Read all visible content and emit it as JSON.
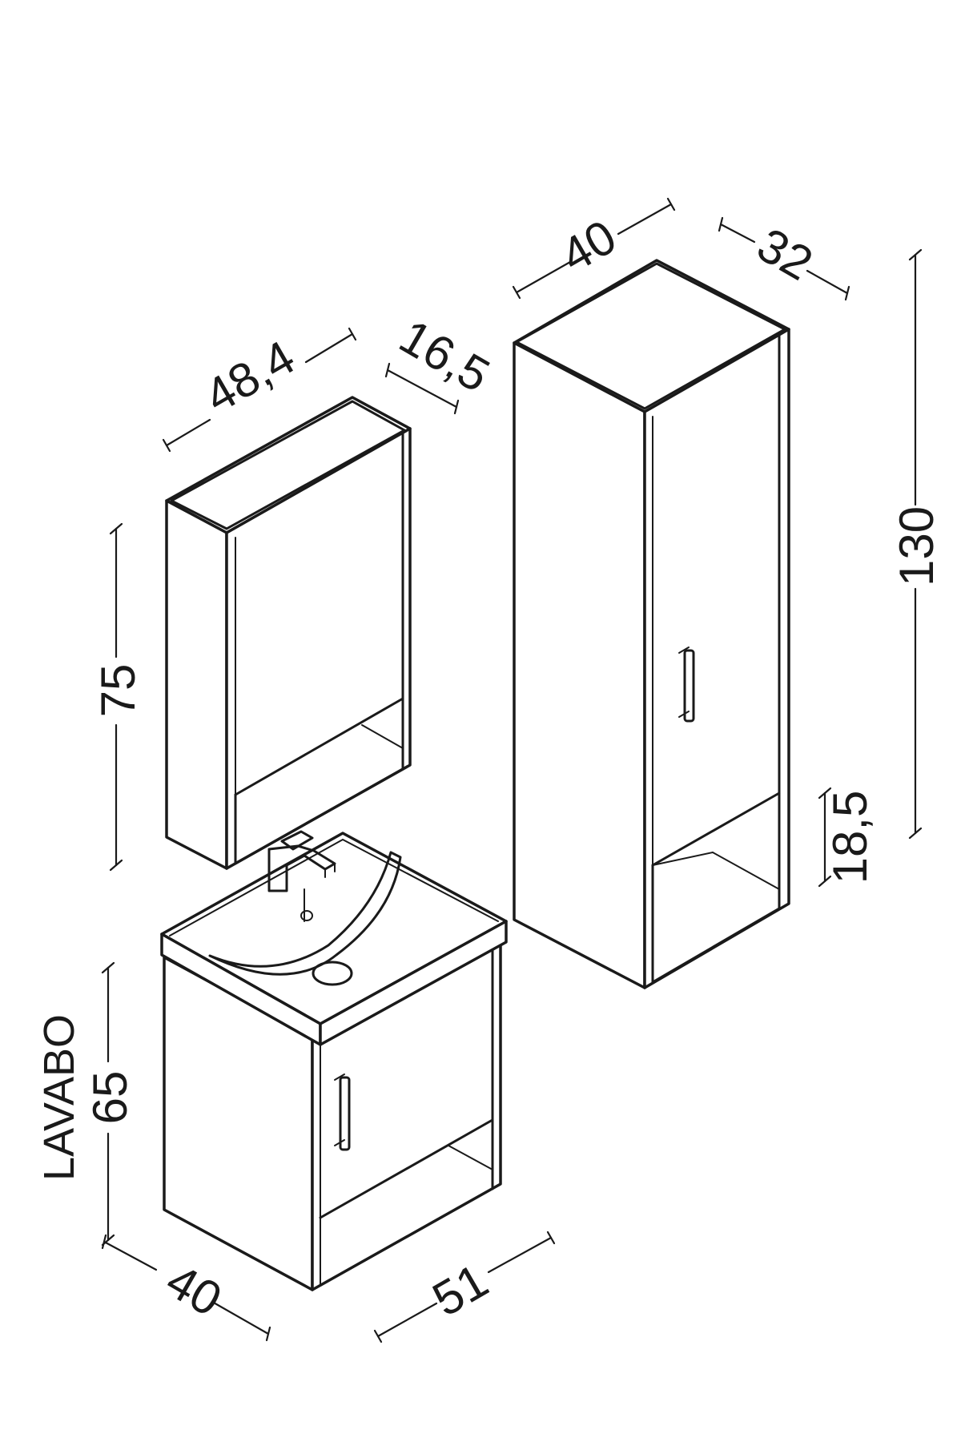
{
  "diagram": {
    "dimensions": {
      "mirror_width": "48,4",
      "mirror_depth": "16,5",
      "mirror_height": "75",
      "tall_width": "40",
      "tall_depth": "32",
      "tall_height": "130",
      "tall_shelf_height": "18,5",
      "basin_height": "65",
      "basin_depth": "40",
      "basin_width": "51"
    },
    "labels": {
      "basin_unit": "LAVABO"
    },
    "colors": {
      "line": "#1a1a1a",
      "background": "#ffffff"
    }
  }
}
